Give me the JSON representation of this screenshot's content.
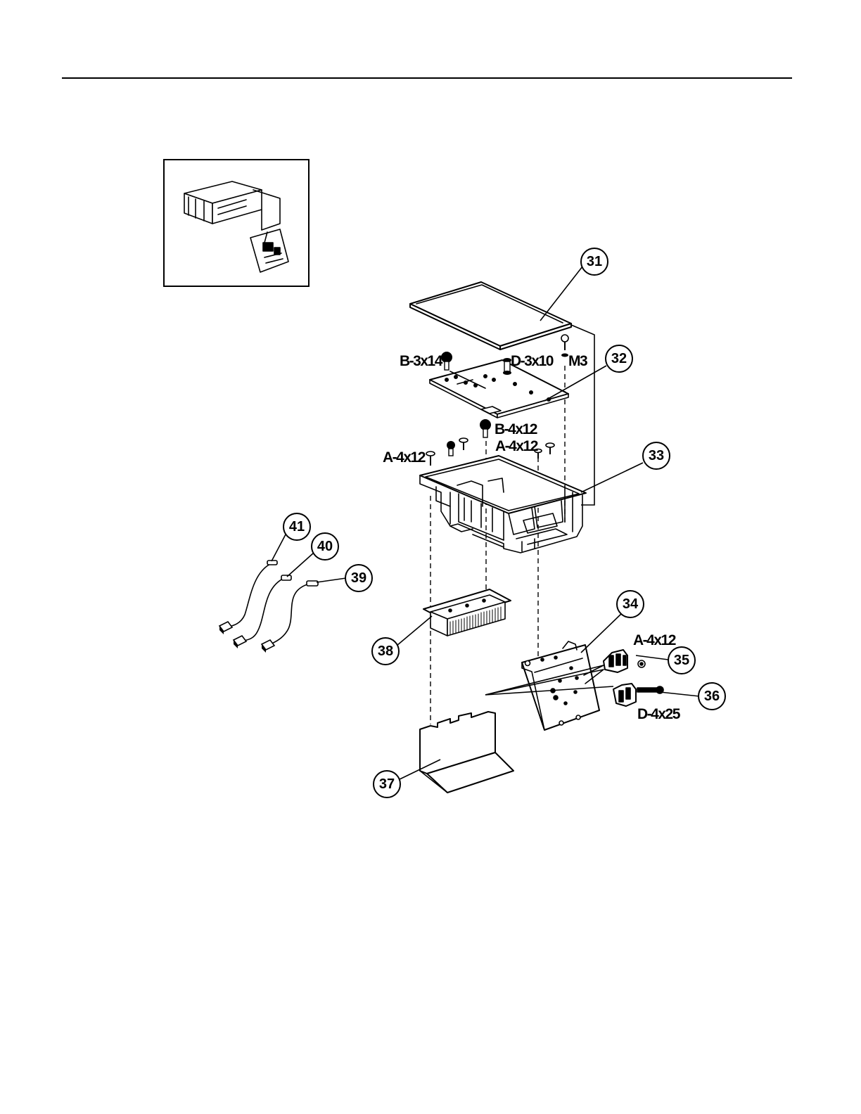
{
  "callouts": {
    "c31": "31",
    "c32": "32",
    "c33": "33",
    "c34": "34",
    "c35": "35",
    "c36": "36",
    "c37": "37",
    "c38": "38",
    "c39": "39",
    "c40": "40",
    "c41": "41"
  },
  "fasteners": {
    "b3x14": "B-3x14",
    "d3x10": "D-3x10",
    "m3": "M3",
    "b4x12": "B-4x12",
    "a4x12_left": "A-4x12",
    "a4x12_right": "A-4x12",
    "a4x12_bracket": "A-4x12",
    "d4x25": "D-4x25"
  }
}
